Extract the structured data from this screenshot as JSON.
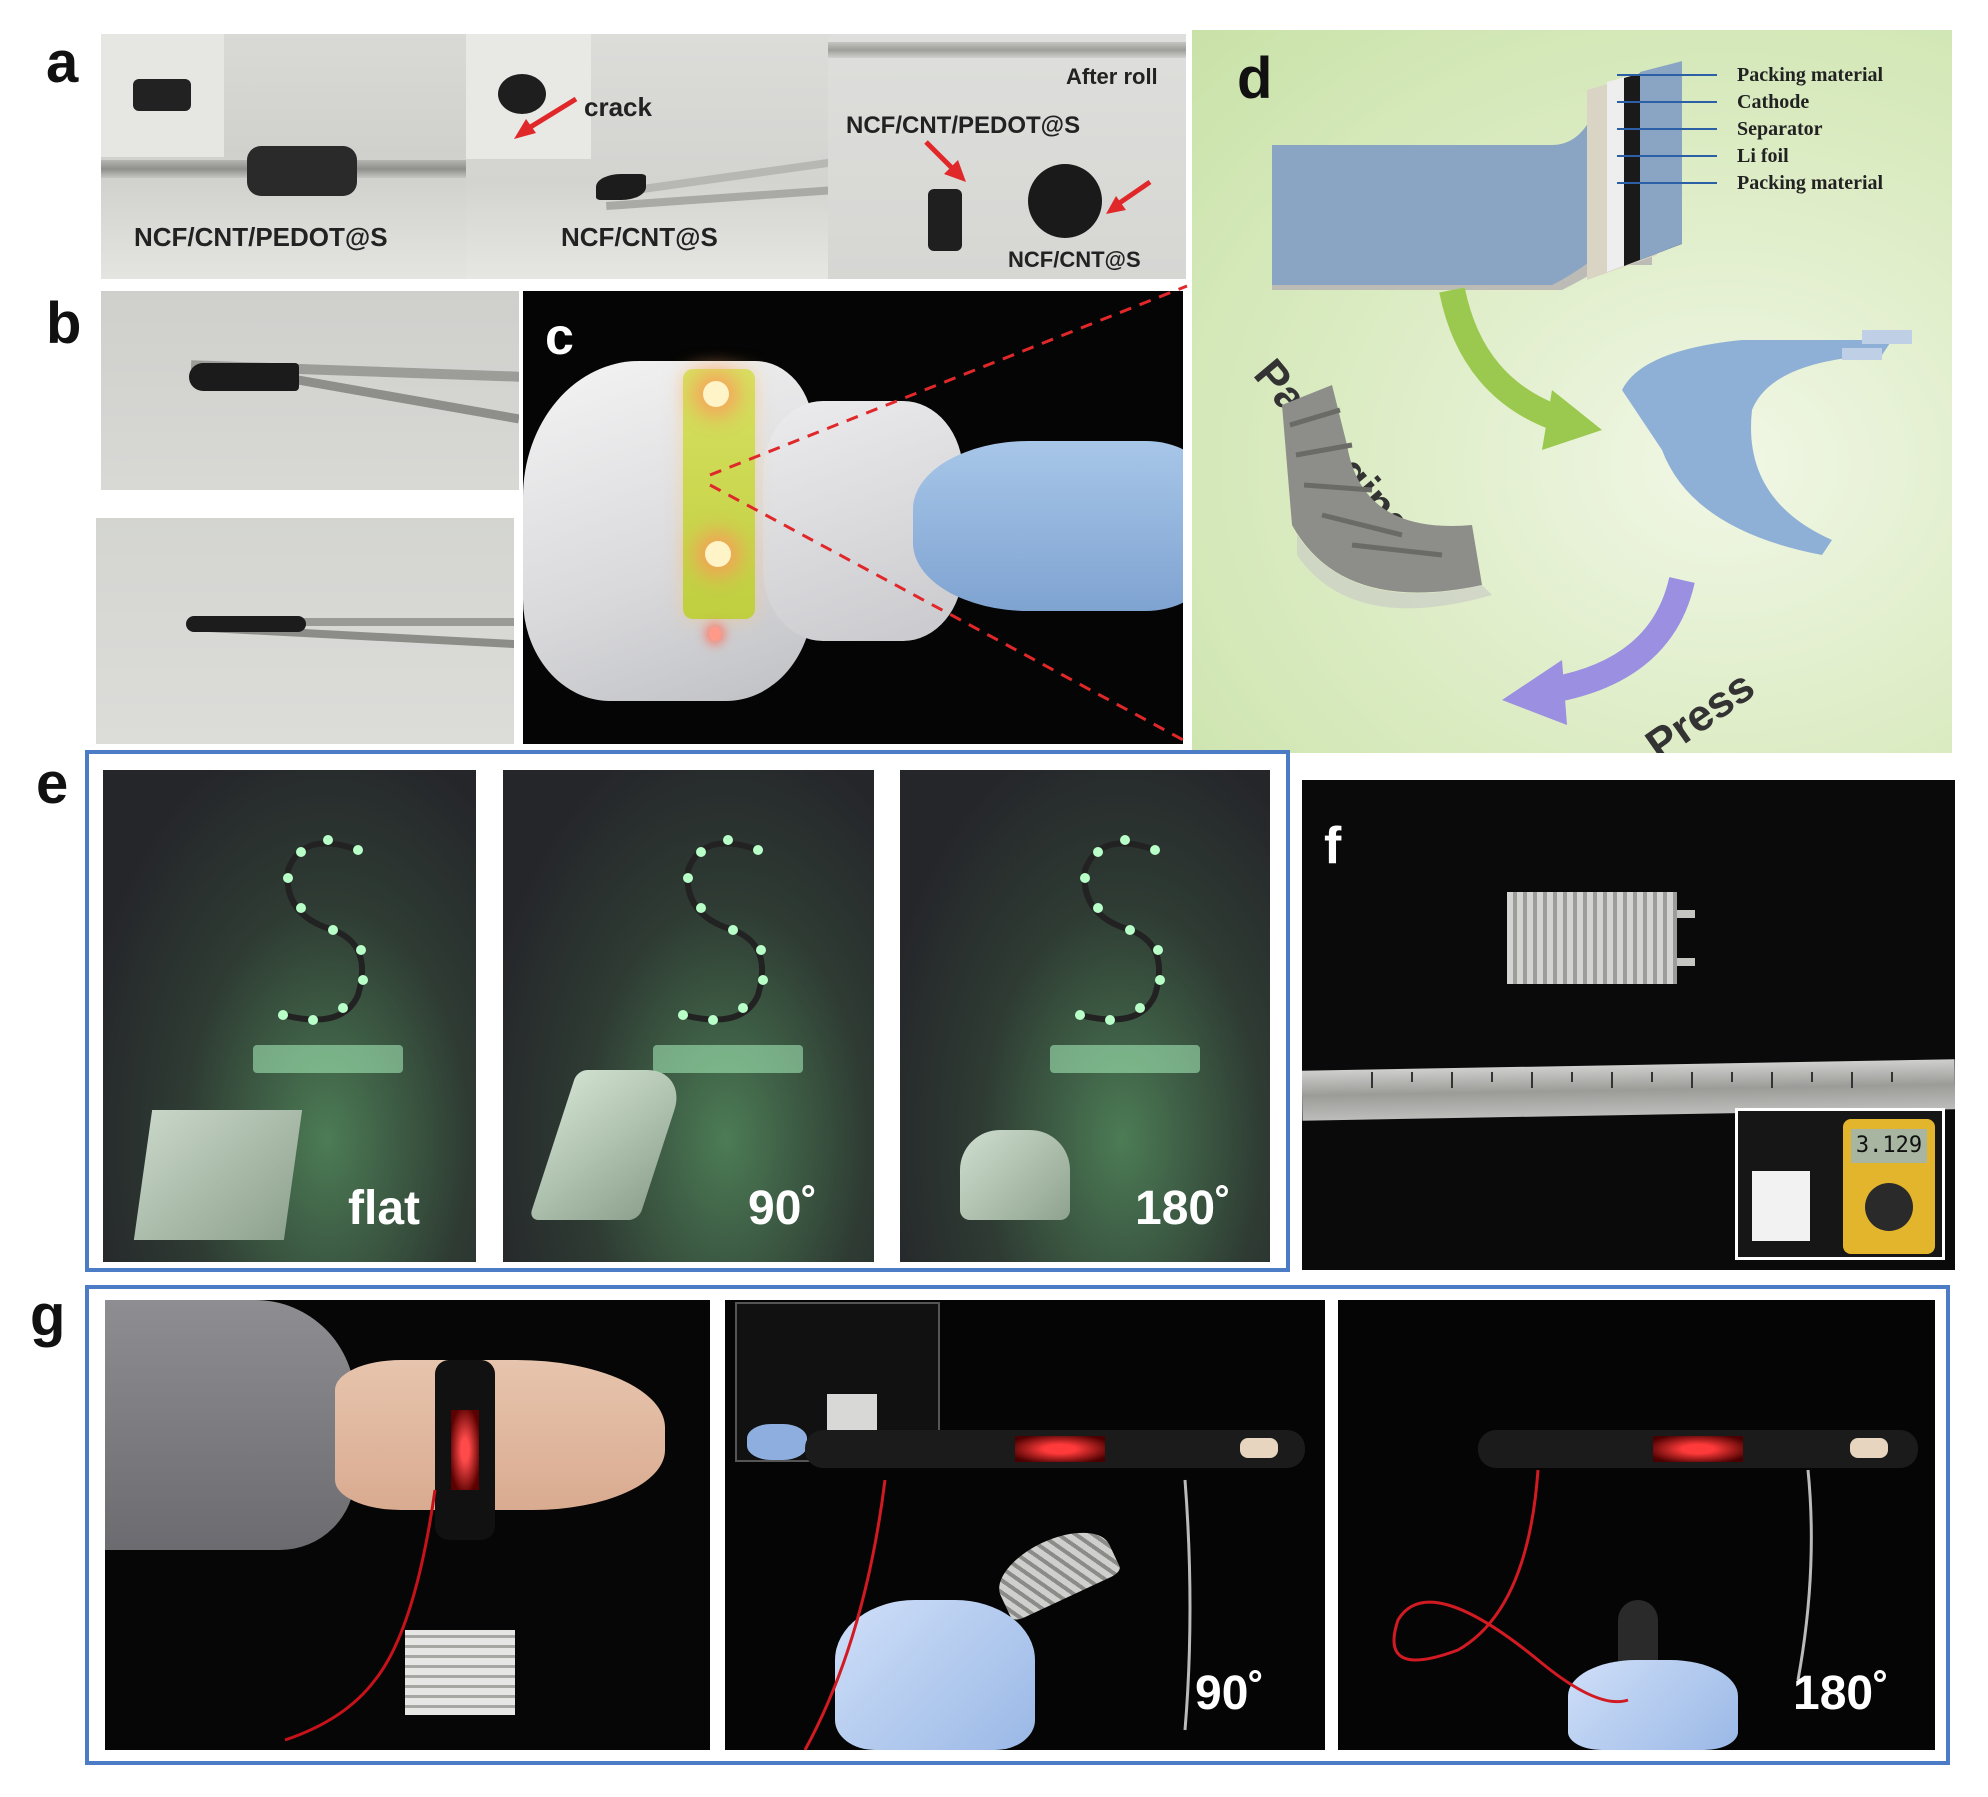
{
  "panels": {
    "a": {
      "letter": "a",
      "label_left": "NCF/CNT/PEDOT@S",
      "label_crack": "crack",
      "label_middle": "NCF/CNT@S",
      "label_after_roll": "After roll",
      "label_right_top": "NCF/CNT/PEDOT@S",
      "label_right_bottom": "NCF/CNT@S"
    },
    "b": {
      "letter": "b"
    },
    "c": {
      "letter": "c"
    },
    "d": {
      "letter": "d",
      "layers": [
        "Packing material",
        "Cathode",
        "Separator",
        "Li foil",
        "Packing material"
      ],
      "arrow_packaging": "Packaging",
      "arrow_press": "Press"
    },
    "e": {
      "letter": "e",
      "labels": [
        "flat",
        "90˚",
        "180˚"
      ]
    },
    "f": {
      "letter": "f",
      "meter_reading": "3.129"
    },
    "g": {
      "letter": "g",
      "labels": [
        "90˚",
        "180˚"
      ]
    }
  },
  "colors": {
    "frame": "#4d7cc7",
    "green_glow": "#3fcf6a",
    "arrow_green": "#9bc94f",
    "arrow_purple": "#9a8fe0",
    "battery_blue": "#8aa4c4",
    "red_dashed": "#e0282a"
  }
}
